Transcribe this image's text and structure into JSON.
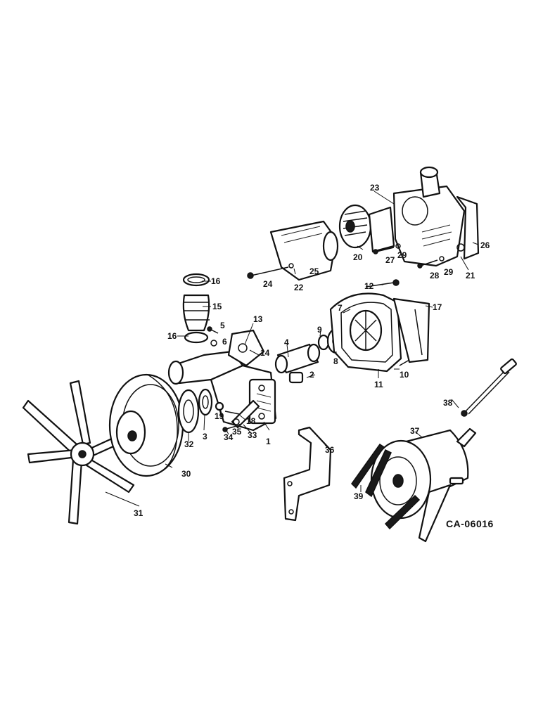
{
  "diagram": {
    "drawing_code": "CA-06016",
    "callouts": [
      "1",
      "2",
      "3",
      "4",
      "5",
      "6",
      "7",
      "8",
      "9",
      "10",
      "11",
      "12",
      "13",
      "14",
      "15",
      "16",
      "16",
      "17",
      "18",
      "19",
      "20",
      "21",
      "22",
      "23",
      "24",
      "25",
      "26",
      "27",
      "28",
      "29",
      "29",
      "30",
      "31",
      "32",
      "33",
      "34",
      "35",
      "36",
      "37",
      "38",
      "39"
    ]
  }
}
